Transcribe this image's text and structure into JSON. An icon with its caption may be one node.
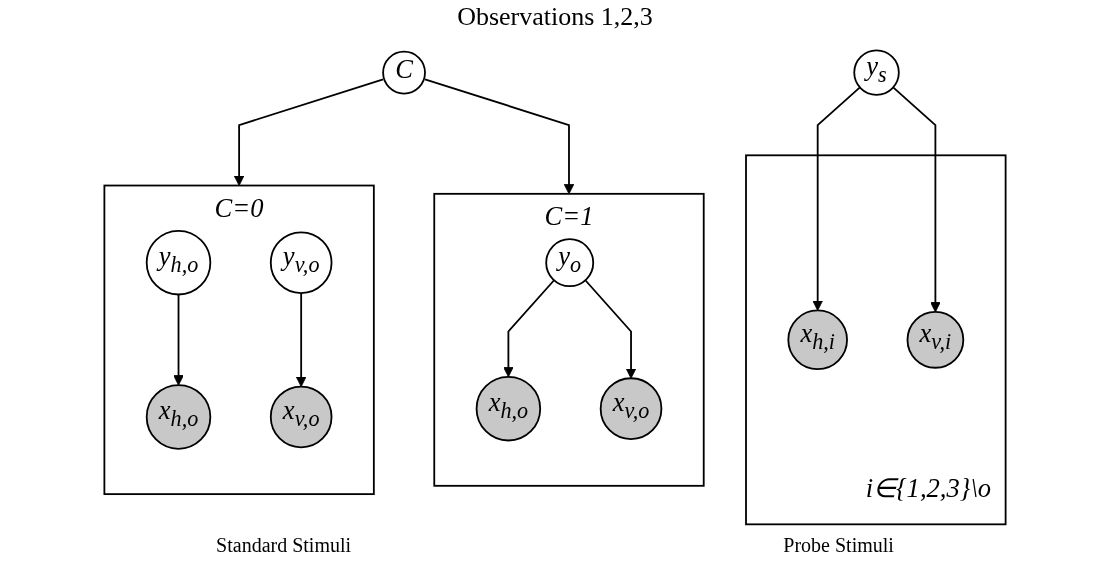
{
  "diagram": {
    "title": "Observations 1,2,3",
    "nodes": [
      {
        "text": [
          "y$_{s}$"
        ]
      },
      {
        "text": [
          "i∈{1,2,3}\\o"
        ]
      },
      {
        "text": [
          "x$_{h,i}$"
        ],
        "in": 1
      },
      {
        "text": [
          "x$_{v,i}$"
        ],
        "in": 1
      },
      {
        "text": [
          "C"
        ]
      },
      {
        "text": [
          "C=1"
        ]
      },
      {
        "text": [
          "y$_{o}$"
        ],
        "in": 5
      },
      {
        "text": [
          "x$_{h,o}$"
        ],
        "in": 5
      },
      {
        "text": [
          "x$_{v,o}$"
        ],
        "in": 5
      },
      {
        "text": [
          "C=0"
        ]
      },
      {
        "text": [
          "y$_{h,o}$"
        ],
        "in": 9
      },
      {
        "text": [
          "y$_{v,o}$"
        ],
        "in": 9
      },
      {
        "text": [
          "x$_{h,o}$"
        ],
        "in": 9
      },
      {
        "text": [
          "x$_{v,o}$"
        ],
        "in": 9
      }
    ],
    "edges": [
      {
        "from": 0,
        "to": 2,
        "arrow": "to"
      },
      {
        "from": 0,
        "to": 3,
        "arrow": "to"
      },
      {
        "from": 4,
        "to": 5,
        "arrow": "to"
      },
      {
        "from": 4,
        "to": 9,
        "arrow": "to"
      },
      {
        "from": 6,
        "to": 7,
        "arrow": "to"
      },
      {
        "from": 6,
        "to": 8,
        "arrow": "to"
      },
      {
        "from": 10,
        "to": 12,
        "arrow": "to"
      },
      {
        "from": 11,
        "to": 13,
        "arrow": "to"
      }
    ],
    "labels": [
      "Standard Stimuli",
      "Probe Stimuli"
    ]
  }
}
